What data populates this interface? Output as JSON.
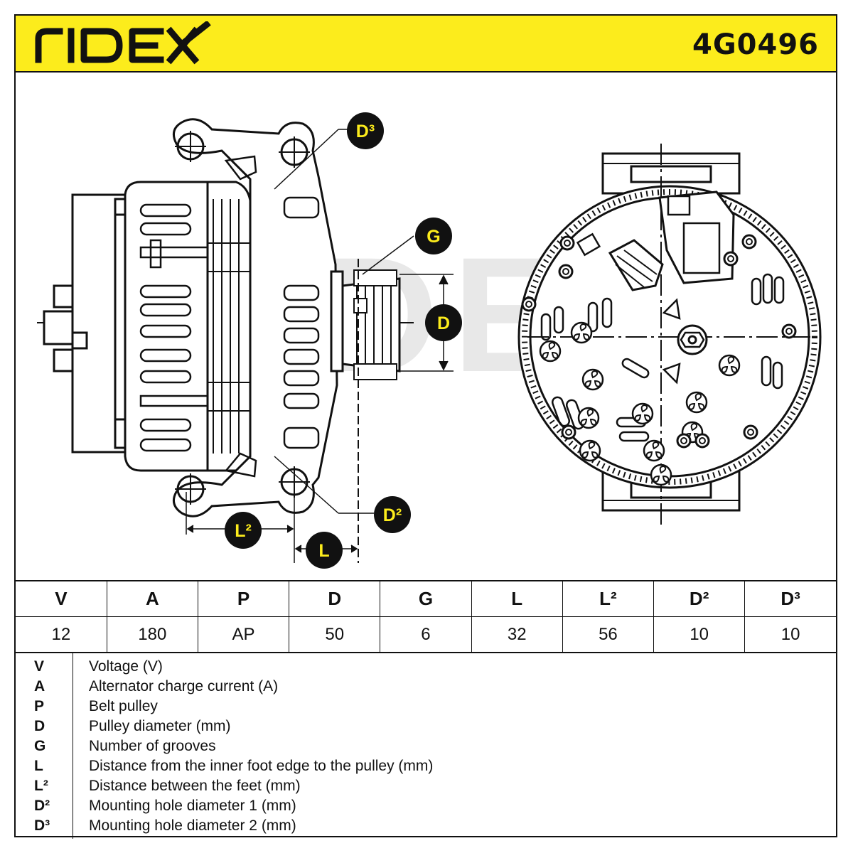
{
  "header": {
    "brand": "RIDEX",
    "part_number": "4G0496",
    "background_color": "#fcec1c"
  },
  "drawing": {
    "watermark": "RIDEX",
    "callouts": {
      "d3": "D³",
      "g": "G",
      "d": "D",
      "d2": "D²",
      "l2": "L²",
      "l": "L"
    }
  },
  "spec_table": {
    "headers": [
      "V",
      "A",
      "P",
      "D",
      "G",
      "L",
      "L²",
      "D²",
      "D³"
    ],
    "values": [
      "12",
      "180",
      "AP",
      "50",
      "6",
      "32",
      "56",
      "10",
      "10"
    ]
  },
  "legend": [
    {
      "symbol": "V",
      "description": "Voltage (V)"
    },
    {
      "symbol": "A",
      "description": "Alternator charge current (A)"
    },
    {
      "symbol": "P",
      "description": "Belt pulley"
    },
    {
      "symbol": "D",
      "description": "Pulley diameter (mm)"
    },
    {
      "symbol": "G",
      "description": "Number of grooves"
    },
    {
      "symbol": "L",
      "description": "Distance from the inner foot edge to the pulley (mm)"
    },
    {
      "symbol": "L²",
      "description": "Distance between the feet (mm)"
    },
    {
      "symbol": "D²",
      "description": "Mounting hole diameter 1 (mm)"
    },
    {
      "symbol": "D³",
      "description": "Mounting hole diameter 2 (mm)"
    }
  ]
}
